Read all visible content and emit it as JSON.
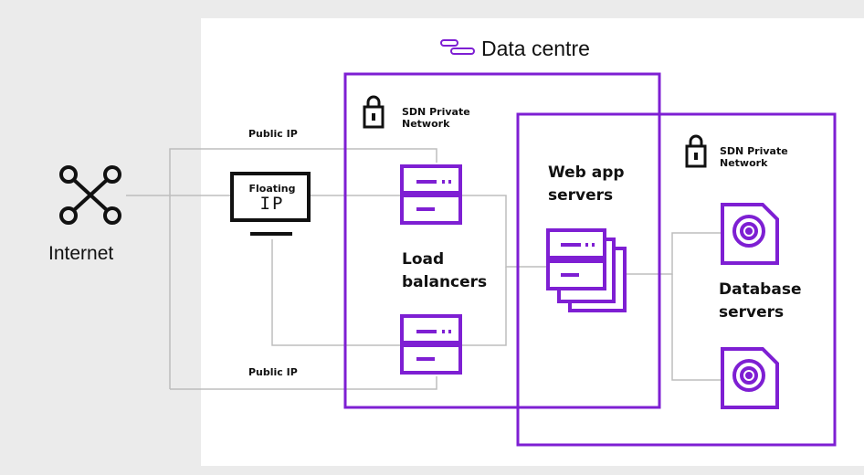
{
  "title": "Data centre",
  "nodes": {
    "internet": "Internet",
    "floating_ip": {
      "line1": "Floating",
      "line2": "IP"
    },
    "load_balancers": {
      "line1": "Load",
      "line2": "balancers"
    },
    "web_app_servers": {
      "line1": "Web app",
      "line2": "servers"
    },
    "database_servers": {
      "line1": "Database",
      "line2": "servers"
    }
  },
  "networks": {
    "first": {
      "line1": "SDN Private",
      "line2": "Network"
    },
    "second": {
      "line1": "SDN Private",
      "line2": "Network"
    }
  },
  "links": {
    "public_ip_top": "Public IP",
    "public_ip_bottom": "Public IP"
  },
  "colors": {
    "accent": "#7e1fd3",
    "connector": "#bdbdbd",
    "background": "#ebebeb",
    "panel": "#ffffff",
    "text": "#111111"
  },
  "icons": {
    "title": "network-icon",
    "internet": "internet-hub-icon",
    "floating_ip": "monitor-icon",
    "lock": "lock-icon",
    "server": "server-icon",
    "database": "disk-icon"
  }
}
